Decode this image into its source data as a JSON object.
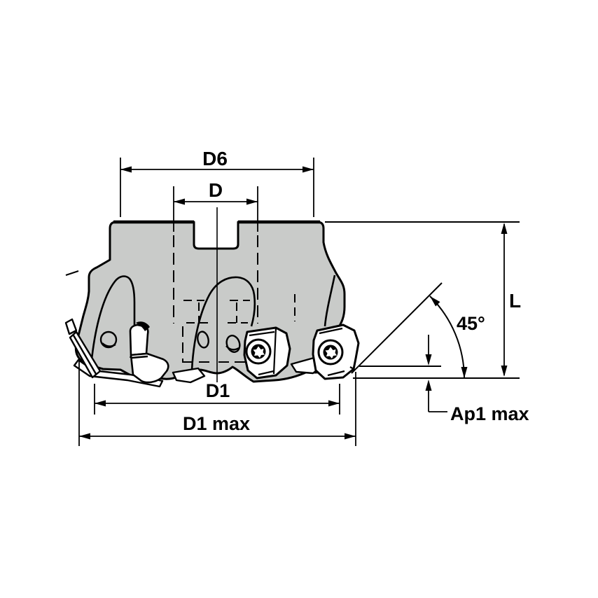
{
  "drawing": {
    "type": "technical-dimension-drawing",
    "subject": "45-degree face milling cutter, side elevation with indexable inserts",
    "colors": {
      "body_fill": "#c9cbc9",
      "line": "#000000",
      "background": "#ffffff",
      "insert_fill": "#ffffff"
    },
    "labels": {
      "d6": "D6",
      "d": "D",
      "d1": "D1",
      "d1max": "D1 max",
      "l": "L",
      "angle": "45°",
      "ap1max": "Ap1 max"
    }
  }
}
